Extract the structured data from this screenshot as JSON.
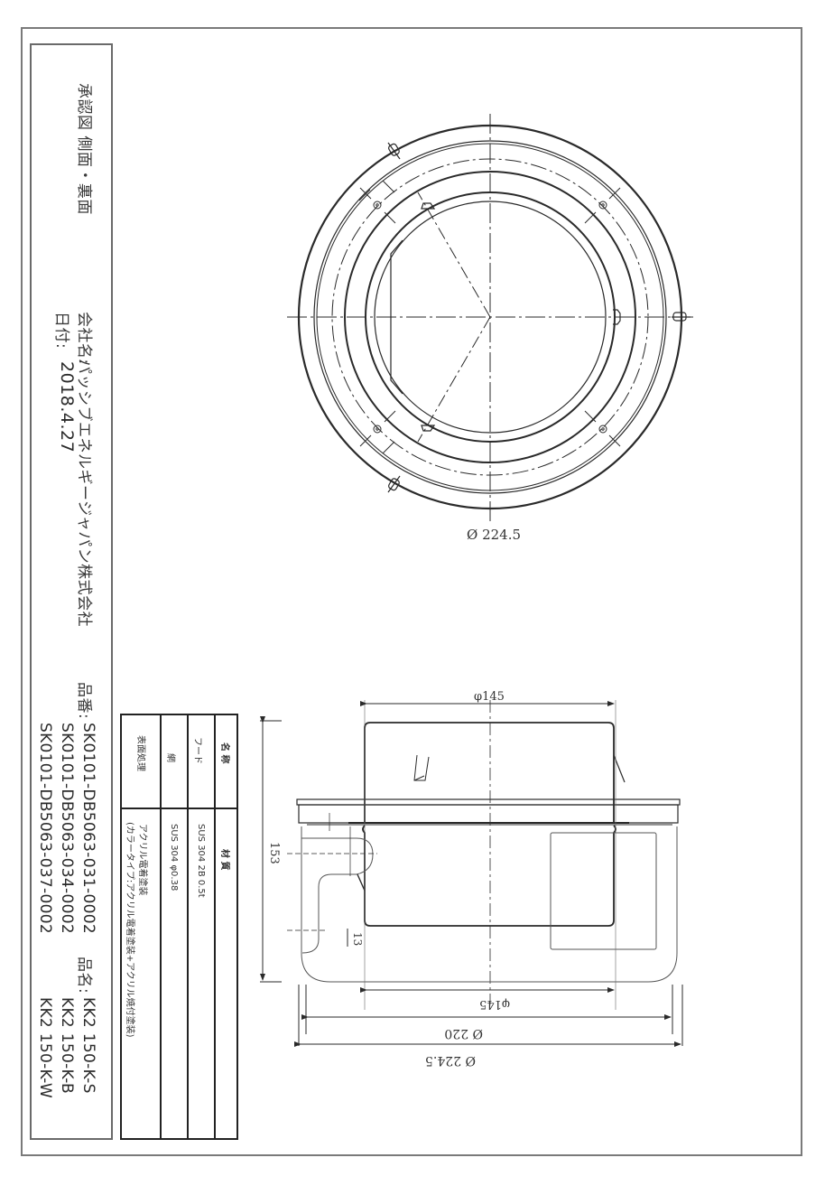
{
  "document": {
    "type": "approval_drawing",
    "orientation": "rotated 90deg clockwise"
  },
  "title_block": {
    "title": "承認図 側面・裏面",
    "company_label": "会社名:",
    "company_name": "パッシブエネルギージャパン株式会社",
    "date_label": "日付:",
    "date": "2018.4.27",
    "part_number_label": "品番:",
    "part_numbers": [
      "SK0101-DB5063-031-0002",
      "SK0101-DB5063-034-0002",
      "SK0101-DB5063-037-0002"
    ],
    "product_name_label": "品名:",
    "product_names": [
      "KK2 150-K-S",
      "KK2 150-K-B",
      "KK2 150-K-W"
    ]
  },
  "material_table": {
    "headers": {
      "name": "名 称",
      "material": "材 質"
    },
    "rows": [
      {
        "name": "フード",
        "material": "SUS 304 2B 0.5t"
      },
      {
        "name": "網",
        "material": "SUS 304 φ0.38"
      },
      {
        "name": "表面処理",
        "material": "アクリル電着塗装",
        "material_note": "(カラータイプ:アクリル電着塗装+アクリル焼付塗装)"
      }
    ]
  },
  "top_view": {
    "diameter_label": "Ø  224.5"
  },
  "side_view": {
    "dimensions": {
      "top_width": "φ145",
      "height": "153",
      "small_offset": "13",
      "bottom_inner": "φ145",
      "flange_inner": "Ø 220",
      "flange_outer": "Ø 224.5"
    }
  },
  "colors": {
    "line": "#2a2a2a",
    "frame": "#7a7a7a",
    "background": "#ffffff"
  }
}
